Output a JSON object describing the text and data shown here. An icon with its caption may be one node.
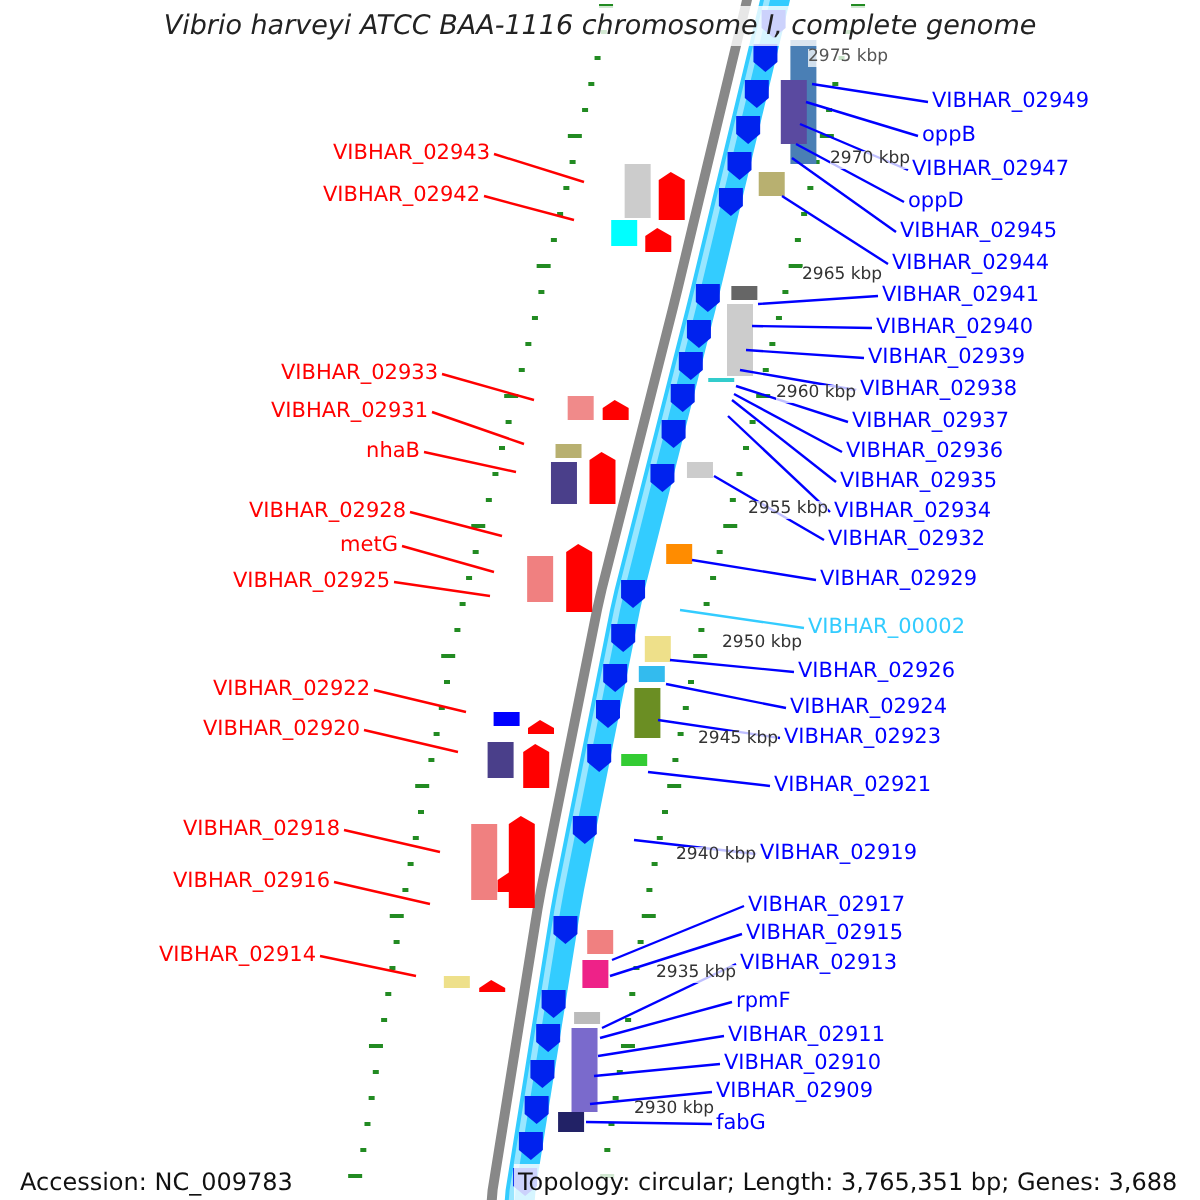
{
  "diagram": {
    "title": "Vibrio harveyi ATCC BAA-1116 chromosome I, complete genome",
    "nodes": [
      {
        "text": [
          "VIBHAR_02949"
        ]
      },
      {
        "text": [
          "oppB"
        ]
      },
      {
        "text": [
          "VIBHAR_02943"
        ]
      },
      {
        "text": [
          "VIBHAR_02947"
        ]
      },
      {
        "text": [
          "VIBHAR_02942"
        ]
      },
      {
        "text": [
          "oppD"
        ]
      },
      {
        "text": [
          "VIBHAR_02945"
        ]
      },
      {
        "text": [
          "VIBHAR_02944"
        ]
      },
      {
        "text": [
          "VIBHAR_02941"
        ]
      },
      {
        "text": [
          "VIBHAR_02940"
        ]
      },
      {
        "text": [
          "VIBHAR_02939"
        ]
      },
      {
        "text": [
          "VIBHAR_02933"
        ]
      },
      {
        "text": [
          "VIBHAR_02938"
        ]
      },
      {
        "text": [
          "VIBHAR_02931"
        ]
      },
      {
        "text": [
          "VIBHAR_02937"
        ]
      },
      {
        "text": [
          "nhaB"
        ]
      },
      {
        "text": [
          "VIBHAR_02936"
        ]
      },
      {
        "text": [
          "VIBHAR_02935"
        ]
      },
      {
        "text": [
          "VIBHAR_02928"
        ]
      },
      {
        "text": [
          "VIBHAR_02934"
        ]
      },
      {
        "text": [
          "VIBHAR_02932"
        ]
      },
      {
        "text": [
          "metG"
        ]
      },
      {
        "text": [
          "VIBHAR_02929"
        ]
      },
      {
        "text": [
          "VIBHAR_02925"
        ]
      },
      {
        "text": [
          "VIBHAR_00002"
        ]
      },
      {
        "text": [
          "VIBHAR_02926"
        ]
      },
      {
        "text": [
          "VIBHAR_02922"
        ]
      },
      {
        "text": [
          "VIBHAR_02924"
        ]
      },
      {
        "text": [
          "VIBHAR_02920"
        ]
      },
      {
        "text": [
          "VIBHAR_02923"
        ]
      },
      {
        "text": [
          "VIBHAR_02921"
        ]
      },
      {
        "text": [
          "VIBHAR_02918"
        ]
      },
      {
        "text": [
          "VIBHAR_02919"
        ]
      },
      {
        "text": [
          "VIBHAR_02916"
        ]
      },
      {
        "text": [
          "VIBHAR_02917"
        ]
      },
      {
        "text": [
          "VIBHAR_02915"
        ]
      },
      {
        "text": [
          "VIBHAR_02914"
        ]
      },
      {
        "text": [
          "VIBHAR_02913"
        ]
      },
      {
        "text": [
          "rpmF"
        ]
      },
      {
        "text": [
          "VIBHAR_02911"
        ]
      },
      {
        "text": [
          "VIBHAR_02910"
        ]
      },
      {
        "text": [
          "VIBHAR_02909"
        ]
      },
      {
        "text": [
          "fabG"
        ]
      }
    ],
    "edges": [
      {
        "from": 0,
        "to": null,
        "arrow": "none"
      },
      {
        "from": 1,
        "to": null,
        "arrow": "none"
      },
      {
        "from": 2,
        "to": null,
        "arrow": "none",
        "color": "#ff0000"
      },
      {
        "from": 3,
        "to": null,
        "arrow": "none"
      },
      {
        "from": 4,
        "to": null,
        "arrow": "none",
        "color": "#ff0000"
      },
      {
        "from": 5,
        "to": null,
        "arrow": "none"
      },
      {
        "from": 6,
        "to": null,
        "arrow": "none"
      },
      {
        "from": 7,
        "to": null,
        "arrow": "none"
      },
      {
        "from": 8,
        "to": null,
        "arrow": "none"
      },
      {
        "from": 9,
        "to": null,
        "arrow": "none"
      },
      {
        "from": 10,
        "to": null,
        "arrow": "none"
      },
      {
        "from": 11,
        "to": null,
        "arrow": "none",
        "color": "#ff0000"
      },
      {
        "from": 12,
        "to": null,
        "arrow": "none"
      },
      {
        "from": 13,
        "to": null,
        "arrow": "none",
        "color": "#ff0000"
      },
      {
        "from": 14,
        "to": null,
        "arrow": "none"
      },
      {
        "from": 15,
        "to": null,
        "arrow": "none",
        "color": "#ff0000"
      },
      {
        "from": 16,
        "to": null,
        "arrow": "none"
      },
      {
        "from": 17,
        "to": null,
        "arrow": "none"
      },
      {
        "from": 18,
        "to": null,
        "arrow": "none",
        "color": "#ff0000"
      },
      {
        "from": 19,
        "to": null,
        "arrow": "none"
      },
      {
        "from": 20,
        "to": null,
        "arrow": "none"
      },
      {
        "from": 21,
        "to": null,
        "arrow": "none",
        "color": "#ff0000"
      },
      {
        "from": 22,
        "to": null,
        "arrow": "none"
      },
      {
        "from": 23,
        "to": null,
        "arrow": "none",
        "color": "#ff0000"
      },
      {
        "from": 24,
        "to": null,
        "arrow": "none",
        "color": "#33ccff"
      },
      {
        "from": 25,
        "to": null,
        "arrow": "none"
      },
      {
        "from": 26,
        "to": null,
        "arrow": "none",
        "color": "#ff0000"
      },
      {
        "from": 27,
        "to": null,
        "arrow": "none"
      },
      {
        "from": 28,
        "to": null,
        "arrow": "none",
        "color": "#ff0000"
      },
      {
        "from": 29,
        "to": null,
        "arrow": "none"
      },
      {
        "from": 30,
        "to": null,
        "arrow": "none"
      },
      {
        "from": 31,
        "to": null,
        "arrow": "none",
        "color": "#ff0000"
      },
      {
        "from": 32,
        "to": null,
        "arrow": "none"
      },
      {
        "from": 33,
        "to": null,
        "arrow": "none",
        "color": "#ff0000"
      },
      {
        "from": 34,
        "to": null,
        "arrow": "none"
      },
      {
        "from": 35,
        "to": null,
        "arrow": "none"
      },
      {
        "from": 36,
        "to": null,
        "arrow": "none",
        "color": "#ff0000"
      },
      {
        "from": 37,
        "to": null,
        "arrow": "none"
      },
      {
        "from": 38,
        "to": null,
        "arrow": "none"
      },
      {
        "from": 39,
        "to": null,
        "arrow": "none"
      },
      {
        "from": 40,
        "to": null,
        "arrow": "none"
      },
      {
        "from": 41,
        "to": null,
        "arrow": "none"
      },
      {
        "from": 42,
        "to": null,
        "arrow": "none"
      }
    ],
    "labels": [
      "2975 kbp",
      "2970 kbp",
      "2965 kbp",
      "2960 kbp",
      "2955 kbp",
      "2950 kbp",
      "2945 kbp",
      "2940 kbp",
      "2935 kbp",
      "2930 kbp",
      "Accession: NC_009783",
      "Topology: circular; Length: 3,765,351 bp; Genes: 3,688"
    ]
  }
}
